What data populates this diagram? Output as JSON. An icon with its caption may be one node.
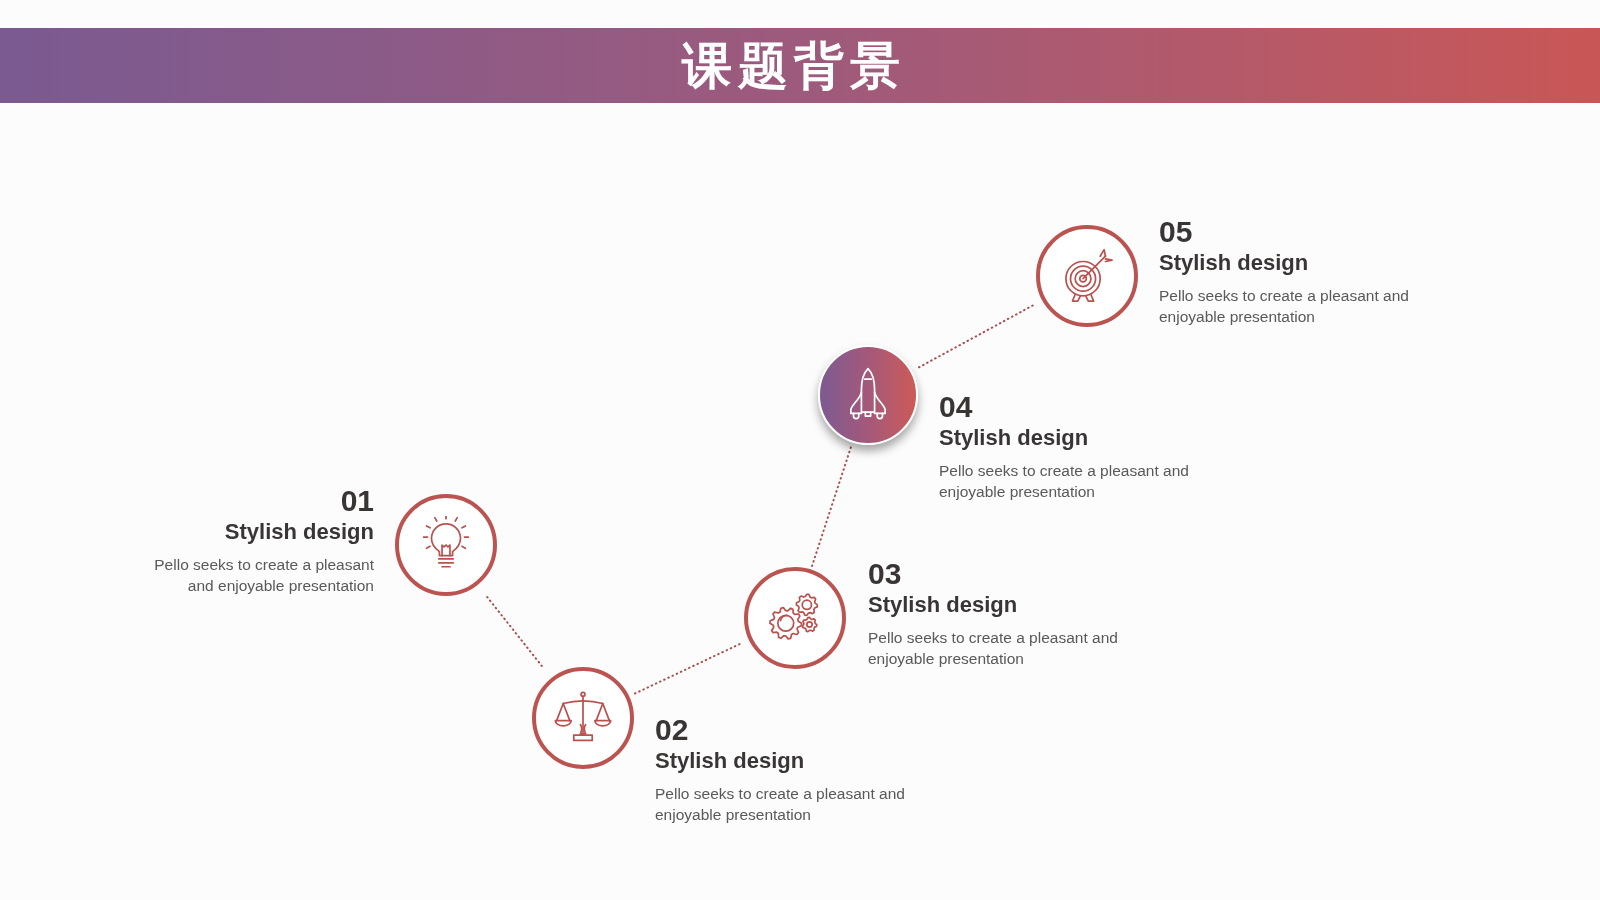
{
  "diagram": {
    "title": "课题背景",
    "nodes": [
      {
        "text": [],
        "shape": "circle",
        "beside": [
          "01",
          "Stylish design",
          "Pello seeks to create a pleasant and enjoyable presentation"
        ]
      },
      {
        "text": [],
        "shape": "circle",
        "beside": [
          "02",
          "Stylish design",
          "Pello seeks to create a pleasant and enjoyable presentation"
        ]
      },
      {
        "text": [],
        "shape": "circle",
        "beside": [
          "03",
          "Stylish design",
          "Pello seeks to create a pleasant and enjoyable presentation"
        ]
      },
      {
        "text": [],
        "shape": "circle",
        "beside": [
          "04",
          "Stylish design",
          "Pello seeks to create a pleasant and enjoyable presentation"
        ]
      },
      {
        "text": [],
        "shape": "circle",
        "beside": [
          "05",
          "Stylish design",
          "Pello seeks to create a pleasant and enjoyable presentation"
        ]
      }
    ],
    "edges": [
      {
        "from": 0,
        "to": 1,
        "arrow": "none",
        "style": "dashed"
      },
      {
        "from": 1,
        "to": 2,
        "arrow": "none",
        "style": "dashed"
      },
      {
        "from": 2,
        "to": 3,
        "arrow": "none",
        "style": "dashed"
      },
      {
        "from": 3,
        "to": 4,
        "arrow": "none",
        "style": "dashed"
      }
    ]
  }
}
